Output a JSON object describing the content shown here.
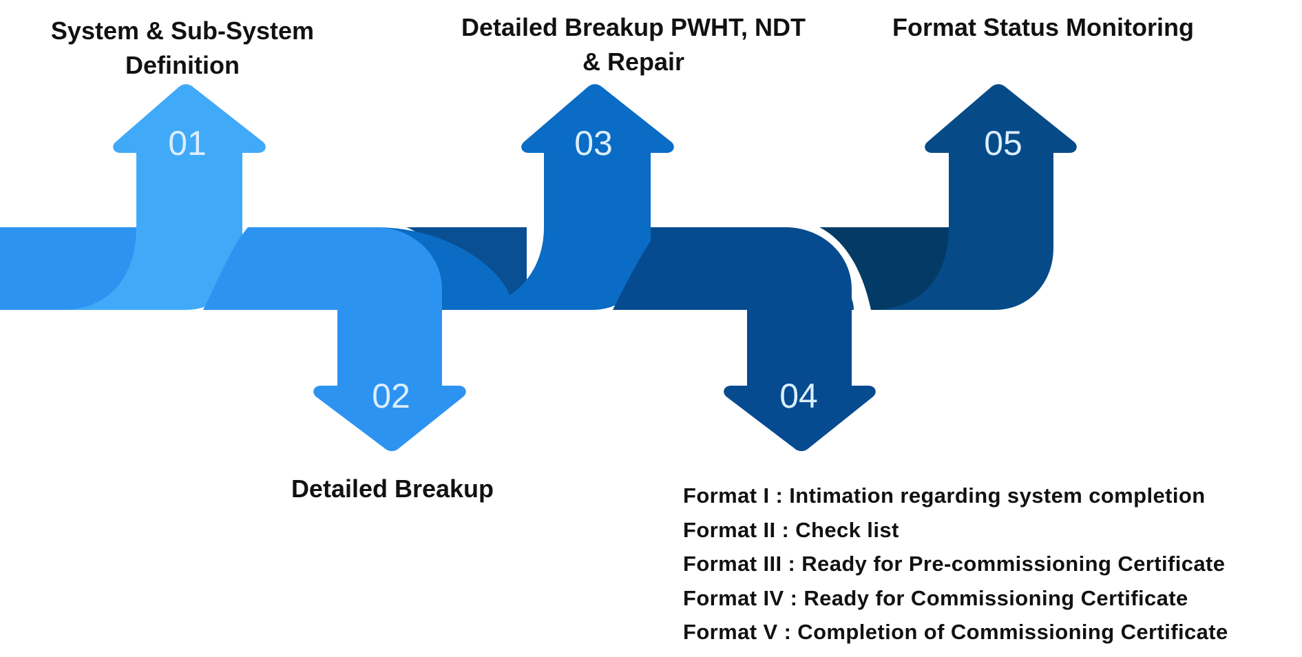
{
  "colors": {
    "step1": "#41aaf8",
    "step2": "#2d93f0",
    "step3": "#0a6cc4",
    "step4": "#064b90",
    "step5": "#064b88",
    "band_start": "#2d93f0",
    "band_3": "#0a4f92",
    "band_5": "#033b66",
    "number_text": "#dbeeff",
    "label_text": "#111111"
  },
  "steps": [
    {
      "number": "01",
      "label": "System & Sub-System Definition",
      "label_lines": [
        "System & Sub-System",
        "Definition"
      ],
      "direction": "up"
    },
    {
      "number": "02",
      "label": "Detailed Breakup",
      "label_lines": [
        "Detailed Breakup"
      ],
      "direction": "down"
    },
    {
      "number": "03",
      "label": "Detailed Breakup PWHT, NDT & Repair",
      "label_lines": [
        "Detailed Breakup PWHT, NDT",
        "& Repair"
      ],
      "direction": "up"
    },
    {
      "number": "04",
      "label": "",
      "label_lines": [],
      "direction": "down"
    },
    {
      "number": "05",
      "label": "Format Status Monitoring",
      "label_lines": [
        "Format Status Monitoring"
      ],
      "direction": "up"
    }
  ],
  "formats": [
    "Format I : Intimation regarding system completion",
    "Format II : Check list",
    "Format III : Ready for Pre-commissioning Certificate",
    "Format IV : Ready for Commissioning Certificate",
    "Format V : Completion of Commissioning Certificate"
  ]
}
